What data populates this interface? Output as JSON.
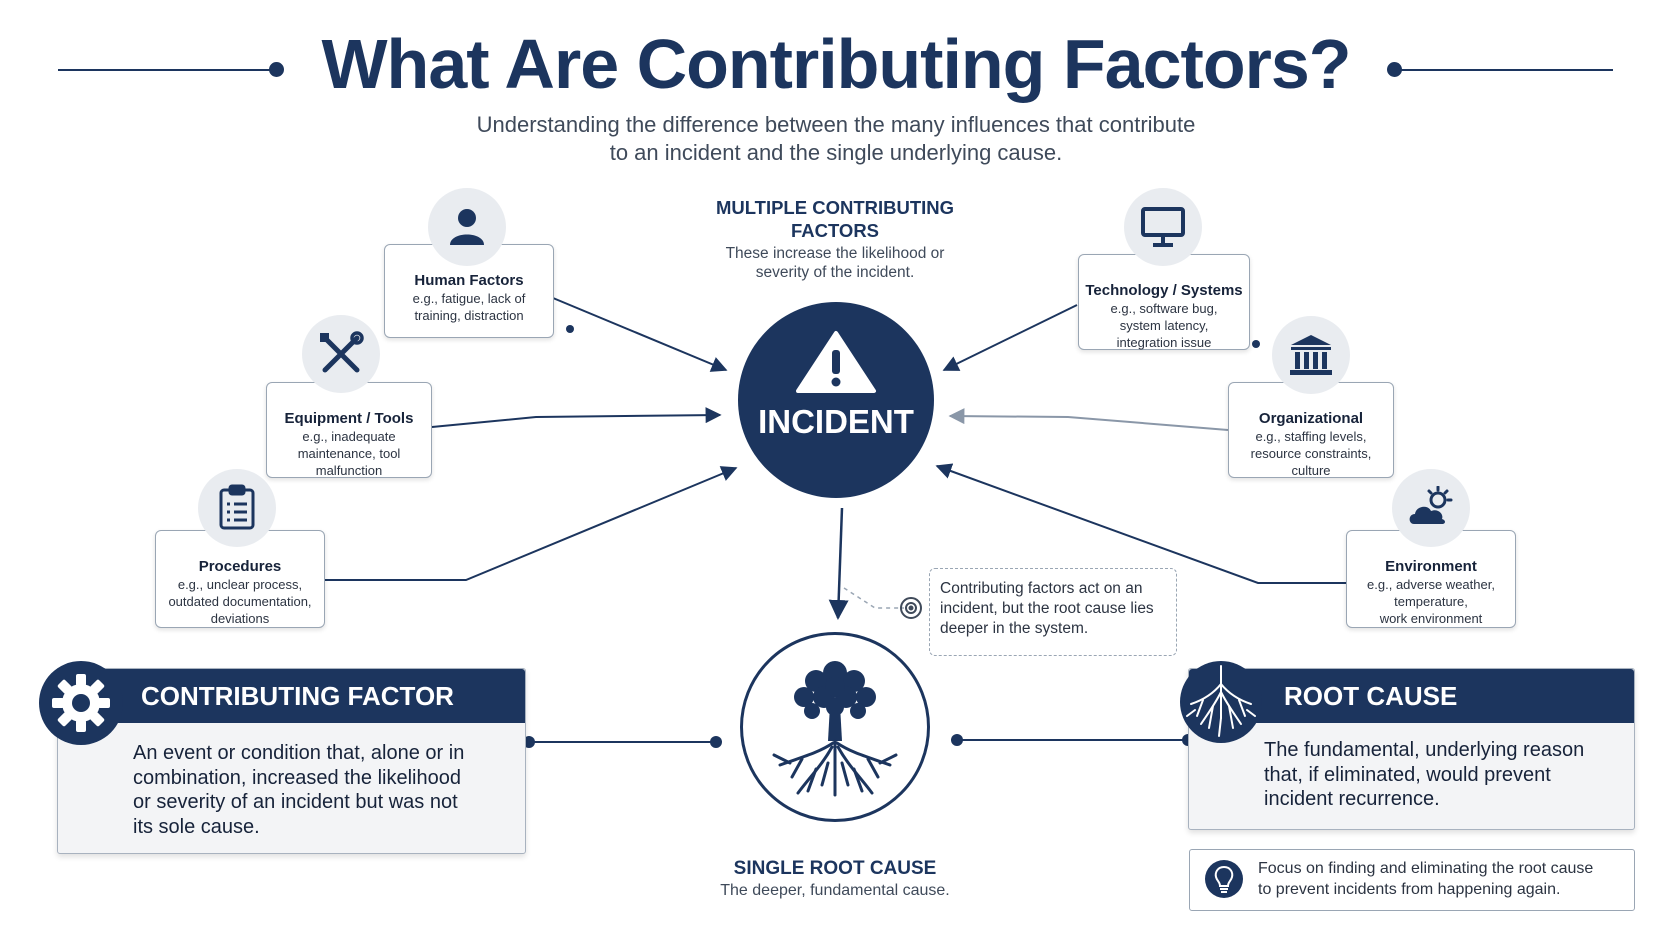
{
  "header": {
    "title": "What Are Contributing Factors?",
    "subtitle_line1": "Understanding the difference between the many influences that contribute",
    "subtitle_line2": "to an incident and the single underlying cause."
  },
  "multiple_factors": {
    "heading_line1": "MULTIPLE CONTRIBUTING",
    "heading_line2": "FACTORS",
    "desc_line1": "These increase the likelihood or",
    "desc_line2": "severity of the incident."
  },
  "incident": {
    "label": "INCIDENT",
    "icon": "warning-icon"
  },
  "factors": {
    "human": {
      "title": "Human Factors",
      "line1": "e.g., fatigue, lack of",
      "line2": "training, distraction",
      "icon": "person-icon"
    },
    "equipment": {
      "title": "Equipment / Tools",
      "line1": "e.g., inadequate",
      "line2": "maintenance, tool",
      "line3": "malfunction",
      "icon": "tools-icon"
    },
    "procedures": {
      "title": "Procedures",
      "line1": "e.g., unclear process,",
      "line2": "outdated documentation,",
      "line3": "deviations",
      "icon": "clipboard-icon"
    },
    "technology": {
      "title": "Technology / Systems",
      "line1": "e.g., software bug,",
      "line2": "system latency,",
      "line3": "integration issue",
      "icon": "monitor-icon"
    },
    "organizational": {
      "title": "Organizational",
      "line1": "e.g., staffing levels,",
      "line2": "resource constraints,",
      "line3": "culture",
      "icon": "building-icon"
    },
    "environment": {
      "title": "Environment",
      "line1": "e.g., adverse weather,",
      "line2": "temperature,",
      "line3": "work environment",
      "icon": "weather-icon"
    }
  },
  "note": {
    "line1": "Contributing factors act on an",
    "line2": "incident, but the root cause lies",
    "line3": "deeper in the system.",
    "icon": "target-icon"
  },
  "root": {
    "heading": "SINGLE ROOT CAUSE",
    "desc": "The deeper, fundamental cause.",
    "icon": "tree-roots-icon"
  },
  "contributing_def": {
    "heading": "CONTRIBUTING FACTOR",
    "line1": "An event or condition that, alone or in",
    "line2": "combination, increased the likelihood",
    "line3": "or severity of an incident but was not",
    "line4": "its sole cause.",
    "icon": "gear-icon"
  },
  "root_def": {
    "heading": "ROOT CAUSE",
    "line1": "The fundamental, underlying reason",
    "line2": "that, if eliminated, would prevent",
    "line3": "incident recurrence.",
    "icon": "roots-icon"
  },
  "tip": {
    "line1": "Focus on finding and eliminating the root cause",
    "line2": "to prevent incidents from happening again.",
    "icon": "lightbulb-icon"
  },
  "colors": {
    "navy": "#1c355e",
    "gray_text": "#3f4a5a",
    "card_border": "#9aa6b4",
    "panel_bg": "#f3f4f6"
  }
}
